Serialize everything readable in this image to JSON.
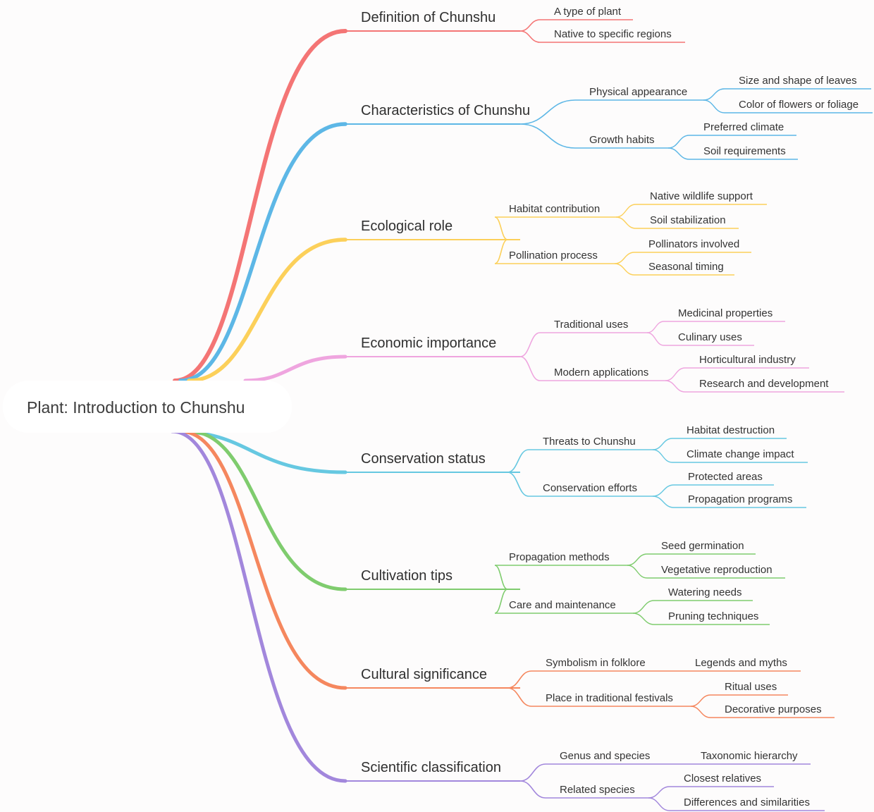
{
  "root": {
    "label": "Plant: Introduction to Chunshu"
  },
  "branches": [
    {
      "label": "Definition of Chunshu",
      "color": "#f47575",
      "children": [
        {
          "label": "A type of plant",
          "children": []
        },
        {
          "label": "Native to specific regions",
          "children": []
        }
      ]
    },
    {
      "label": "Characteristics of Chunshu",
      "color": "#5db7e6",
      "children": [
        {
          "label": "Physical appearance",
          "children": [
            "Size and shape of leaves",
            "Color of flowers or foliage"
          ]
        },
        {
          "label": "Growth habits",
          "children": [
            "Preferred climate",
            "Soil requirements"
          ]
        }
      ]
    },
    {
      "label": "Ecological role",
      "color": "#fcd05a",
      "children": [
        {
          "label": "Habitat contribution",
          "children": [
            "Native wildlife support",
            "Soil stabilization"
          ]
        },
        {
          "label": "Pollination process",
          "children": [
            "Pollinators involved",
            "Seasonal timing"
          ]
        }
      ]
    },
    {
      "label": "Economic importance",
      "color": "#efa5df",
      "children": [
        {
          "label": "Traditional uses",
          "children": [
            "Medicinal properties",
            "Culinary uses"
          ]
        },
        {
          "label": "Modern applications",
          "children": [
            "Horticultural industry",
            "Research and development"
          ]
        }
      ]
    },
    {
      "label": "Conservation status",
      "color": "#66c8e1",
      "children": [
        {
          "label": "Threats to Chunshu",
          "children": [
            "Habitat destruction",
            "Climate change impact"
          ]
        },
        {
          "label": "Conservation efforts",
          "children": [
            "Protected areas",
            "Propagation programs"
          ]
        }
      ]
    },
    {
      "label": "Cultivation tips",
      "color": "#7fcc6e",
      "children": [
        {
          "label": "Propagation methods",
          "children": [
            "Seed germination",
            "Vegetative reproduction"
          ]
        },
        {
          "label": "Care and maintenance",
          "children": [
            "Watering needs",
            "Pruning techniques"
          ]
        }
      ]
    },
    {
      "label": "Cultural significance",
      "color": "#f5875e",
      "children": [
        {
          "label": "Symbolism in folklore",
          "children": [
            "Legends and myths"
          ]
        },
        {
          "label": "Place in traditional festivals",
          "children": [
            "Ritual uses",
            "Decorative purposes"
          ]
        }
      ]
    },
    {
      "label": "Scientific classification",
      "color": "#a287dc",
      "children": [
        {
          "label": "Genus and species",
          "children": [
            "Taxonomic hierarchy"
          ]
        },
        {
          "label": "Related species",
          "children": [
            "Closest relatives",
            "Differences and similarities"
          ]
        }
      ]
    }
  ]
}
